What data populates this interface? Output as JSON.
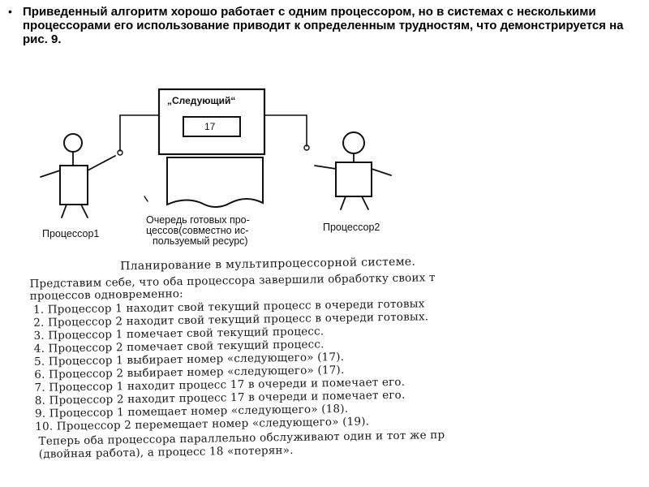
{
  "slide": {
    "bullet_text": "Приведенный алгоритм хорошо работает с одним процессором, но в системах с несколькими процессорами его использование приводит к определенным трудностям, что демонстрируется на рис. 9."
  },
  "figure": {
    "monitor_label": "„Следующий“",
    "monitor_value": "17",
    "queue_label_line1": "Очередь готовых про-",
    "queue_label_line2": "цессов(совместно ис-",
    "queue_label_line3": "пользуемый ресурс)",
    "processor1_label": "Процессор1",
    "processor2_label": "Процессор2"
  },
  "scan": {
    "title": "Планирование в мультипроцессорной системе.",
    "intro_line1": "Представим себе, что оба процессора завершили обработку своих т",
    "intro_line2": "процессов одновременно:",
    "steps": [
      "1. Процессор 1 находит свой текущий процесс в очереди готовых",
      "2. Процессор 2 находит свой текущий процесс в очереди готовых.",
      "3. Процессор 1 помечает свой текущий процесс.",
      "4. Процессор 2 помечает свой текущий процесс.",
      "5. Процессор 1 выбирает номер «следующего» (17).",
      "6. Процессор 2 выбирает номер «следующего» (17).",
      "7. Процессор 1 находит процесс 17 в очереди и помечает его.",
      "8. Процессор 2 находит процесс 17 в очереди и помечает его.",
      "9. Процессор 1 помещает номер «следующего» (18).",
      "10. Процессор 2 перемещает номер «следующего» (19)."
    ],
    "outro_line1": "Теперь оба процессора параллельно обслуживают один и тот же пр",
    "outro_line2": "(двойная работа), а процесс 18 «потерян»."
  }
}
